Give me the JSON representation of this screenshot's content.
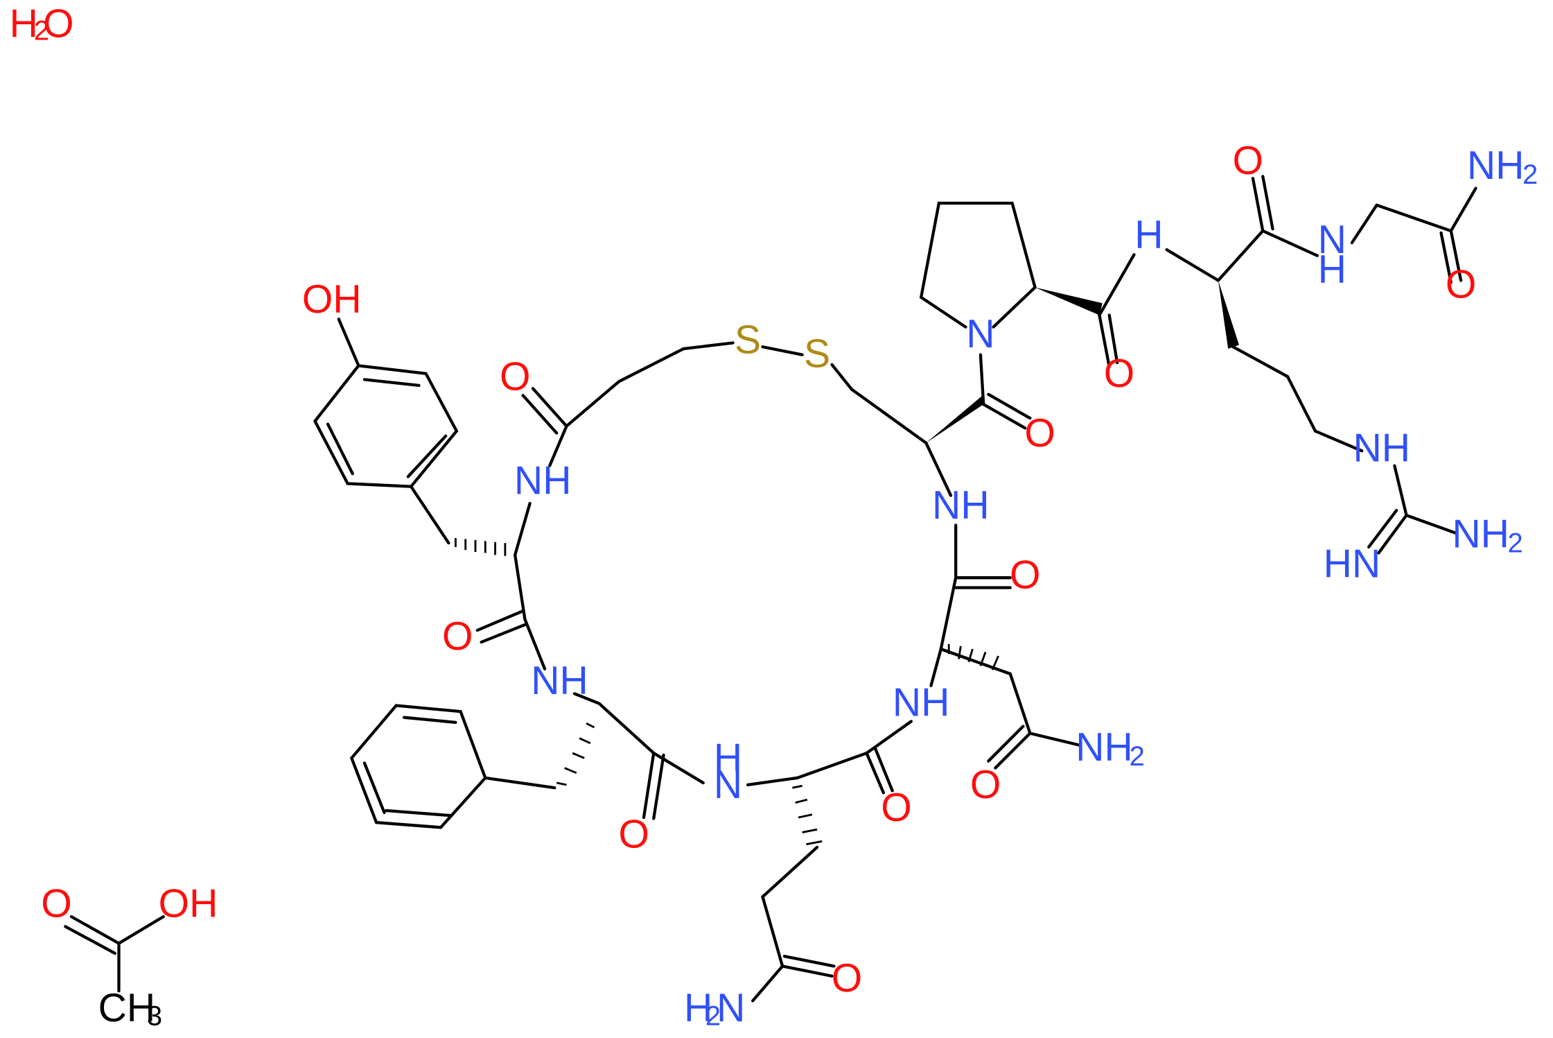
{
  "molecule": {
    "name": "Desmopressin acetate hydrate",
    "components": [
      "peptide",
      "acetic acid",
      "water"
    ]
  },
  "labels": {
    "water": {
      "main": "H",
      "sub": "2",
      "tail": "O"
    },
    "tyr_oh": "OH",
    "nh_tyr": "NH",
    "o_mpa": "O",
    "s1": "S",
    "s2": "S",
    "o_cys": "O",
    "pro_n": "N",
    "o_pro": "O",
    "nh_pro": "H",
    "nh_pro_n": "N",
    "o_arg": "O",
    "nh_gly_n": "N",
    "nh_gly_h": "H",
    "o_gly": "O",
    "nh2_gly": "NH",
    "nh2_gly_sub": "2",
    "nh_guan": "NH",
    "nh2_guan": "NH",
    "nh2_guan_sub": "2",
    "hn_guan": "HN",
    "nh_cys": "NH",
    "o_cys2": "O",
    "o_asn_side": "O",
    "nh2_asn": "NH",
    "nh2_asn_sub": "2",
    "nh_asn": "NH",
    "o_asn": "O",
    "o_gln_side": "O",
    "nh2_gln_h": "H",
    "nh2_gln_sub": "2",
    "nh2_gln_n": "N",
    "nh_gln_h": "H",
    "nh_gln_n": "N",
    "o_gln": "O",
    "o_phe": "O",
    "nh_phe": "NH",
    "o_tyr": "O",
    "acetic_o": "O",
    "acetic_oh": "OH",
    "acetic_ch": "CH",
    "acetic_ch_sub": "3"
  },
  "colors": {
    "oxygen": "#ff0d0d",
    "nitrogen": "#3050f8",
    "sulfur": "#b08a18",
    "bond": "#000000"
  }
}
